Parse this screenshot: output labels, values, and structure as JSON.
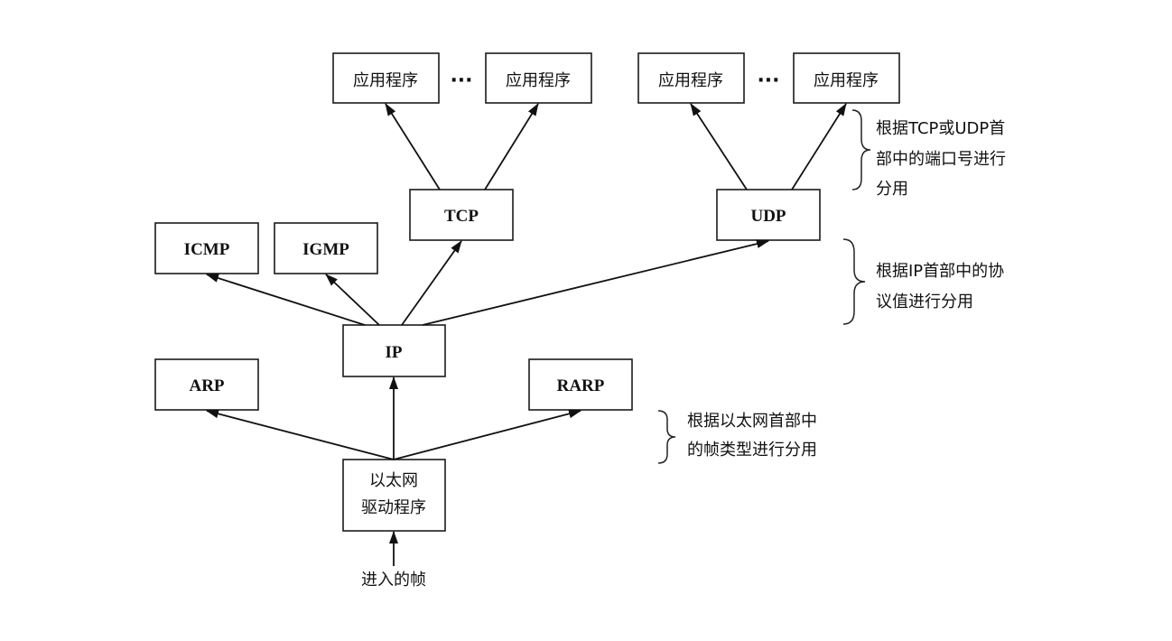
{
  "boxes": {
    "app1": "应用程序",
    "app2": "应用程序",
    "app3": "应用程序",
    "app4": "应用程序",
    "tcp": "TCP",
    "udp": "UDP",
    "icmp": "ICMP",
    "igmp": "IGMP",
    "ip": "IP",
    "arp": "ARP",
    "rarp": "RARP",
    "driver_line1": "以太网",
    "driver_line2": "驱动程序"
  },
  "ellipsis": "···",
  "incoming": "进入的帧",
  "notes": {
    "transport": [
      "根据TCP或UDP首",
      "部中的端口号进行",
      "分用"
    ],
    "ip": [
      "根据IP首部中的协",
      "议值进行分用"
    ],
    "ethernet": [
      "根据以太网首部中",
      "的帧类型进行分用"
    ]
  }
}
